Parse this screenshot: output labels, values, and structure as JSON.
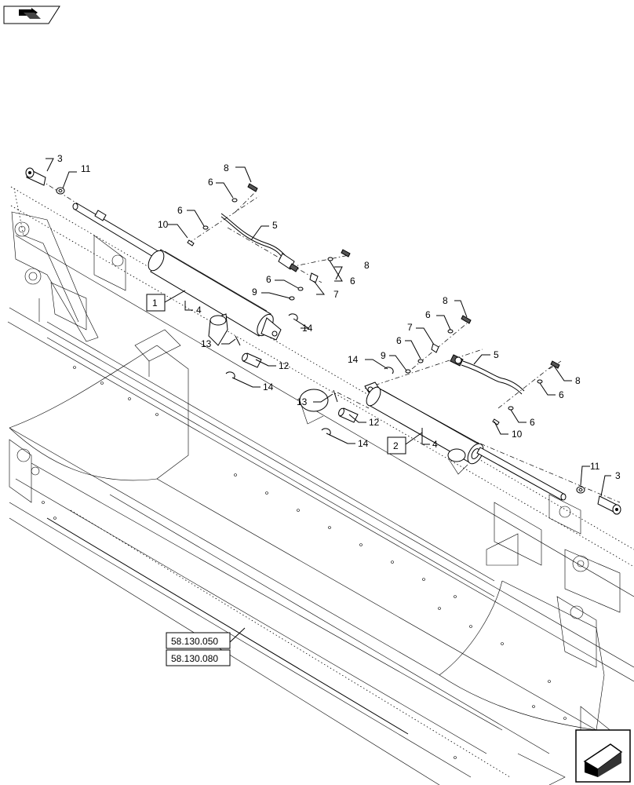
{
  "callouts": [
    {
      "id": "c3a",
      "text": "3"
    },
    {
      "id": "c11a",
      "text": "11"
    },
    {
      "id": "c8a",
      "text": "8"
    },
    {
      "id": "c6a",
      "text": "6"
    },
    {
      "id": "c6b",
      "text": "6"
    },
    {
      "id": "c10a",
      "text": "10"
    },
    {
      "id": "c5a",
      "text": "5"
    },
    {
      "id": "c8b",
      "text": "8"
    },
    {
      "id": "c6c",
      "text": "6"
    },
    {
      "id": "c6d",
      "text": "6"
    },
    {
      "id": "c7a",
      "text": "7"
    },
    {
      "id": "c9a",
      "text": "9"
    },
    {
      "id": "c4a",
      "text": "4"
    },
    {
      "id": "c14a",
      "text": "14"
    },
    {
      "id": "c13a",
      "text": "13"
    },
    {
      "id": "c12a",
      "text": "12"
    },
    {
      "id": "c14b",
      "text": "14"
    },
    {
      "id": "c8c",
      "text": "8"
    },
    {
      "id": "c6e",
      "text": "6"
    },
    {
      "id": "c7b",
      "text": "7"
    },
    {
      "id": "c6f",
      "text": "6"
    },
    {
      "id": "c5b",
      "text": "5"
    },
    {
      "id": "c14c",
      "text": "14"
    },
    {
      "id": "c9b",
      "text": "9"
    },
    {
      "id": "c8d",
      "text": "8"
    },
    {
      "id": "c6g",
      "text": "6"
    },
    {
      "id": "c13b",
      "text": "13"
    },
    {
      "id": "c12b",
      "text": "12"
    },
    {
      "id": "c6h",
      "text": "6"
    },
    {
      "id": "c10b",
      "text": "10"
    },
    {
      "id": "c14d",
      "text": "14"
    },
    {
      "id": "c4b",
      "text": "4"
    },
    {
      "id": "c11b",
      "text": "11"
    },
    {
      "id": "c3b",
      "text": "3"
    }
  ],
  "assembly_boxes": [
    {
      "id": "b1",
      "text": "1"
    },
    {
      "id": "b2",
      "text": "2"
    }
  ],
  "references": [
    "58.130.050",
    "58.130.080"
  ],
  "icons": {
    "top_left": "previous-page-icon",
    "bottom_right": "next-page-icon"
  }
}
